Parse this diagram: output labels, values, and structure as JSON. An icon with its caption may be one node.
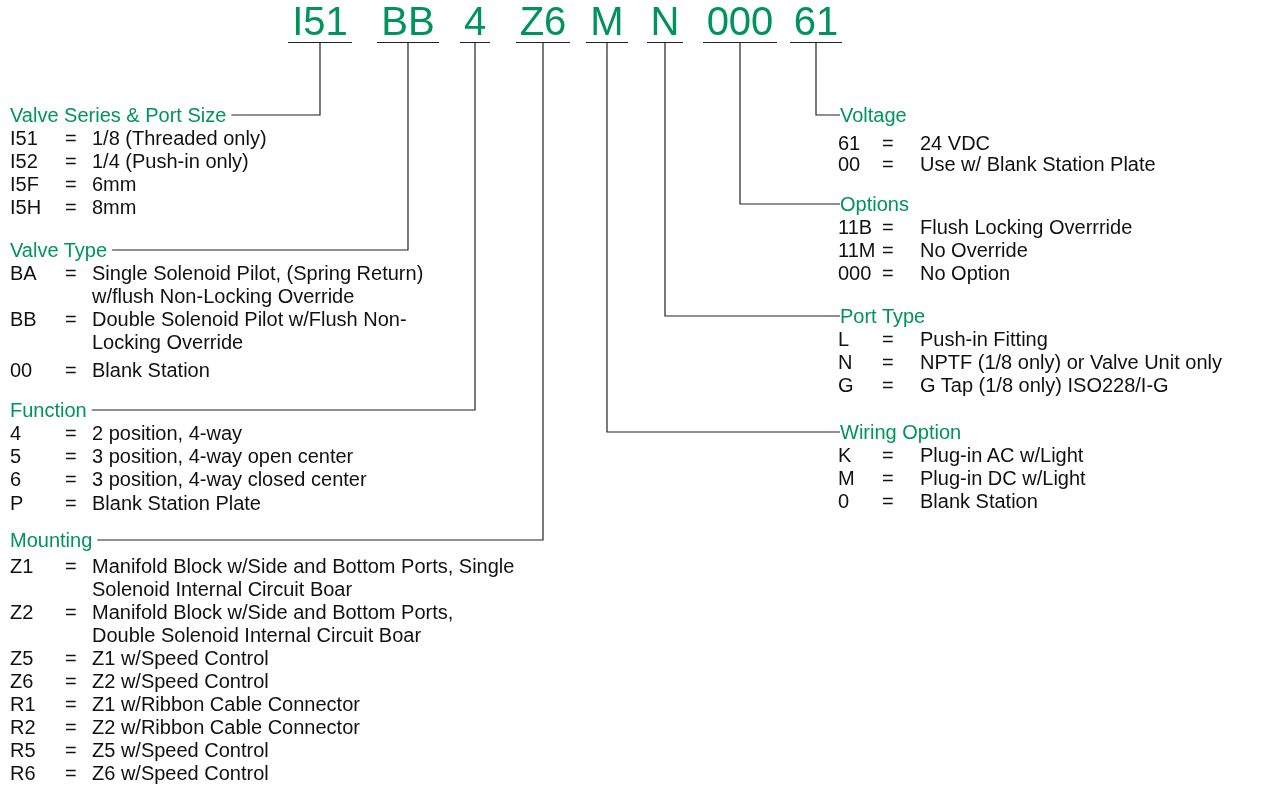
{
  "diagram": {
    "nodes": [
      {
        "text": [
          "I51"
        ]
      },
      {
        "text": [
          "BB"
        ]
      },
      {
        "text": [
          "4"
        ]
      },
      {
        "text": [
          "Z6"
        ]
      },
      {
        "text": [
          "M"
        ]
      },
      {
        "text": [
          "N"
        ]
      },
      {
        "text": [
          "000"
        ]
      },
      {
        "text": [
          "61"
        ]
      },
      {
        "text": [
          "Valve Series & Port Size"
        ]
      },
      {
        "text": [
          "Valve Type"
        ]
      },
      {
        "text": [
          "Function"
        ]
      },
      {
        "text": [
          "Mounting"
        ]
      },
      {
        "text": [
          "Voltage"
        ]
      },
      {
        "text": [
          "Options"
        ]
      },
      {
        "text": [
          "Port Type"
        ]
      },
      {
        "text": [
          "Wiring Option"
        ]
      }
    ],
    "edges": [
      {
        "from": 0,
        "to": 8,
        "arrow": "none"
      },
      {
        "from": 1,
        "to": 9,
        "arrow": "none"
      },
      {
        "from": 2,
        "to": 10,
        "arrow": "none"
      },
      {
        "from": 3,
        "to": 11,
        "arrow": "none"
      },
      {
        "from": 7,
        "to": 12,
        "arrow": "none"
      },
      {
        "from": 6,
        "to": 13,
        "arrow": "none"
      },
      {
        "from": 5,
        "to": 14,
        "arrow": "none"
      },
      {
        "from": 4,
        "to": 15,
        "arrow": "none"
      }
    ],
    "labels": [
      "I51",
      "=",
      "1/8 (Threaded only)",
      "I52",
      "=",
      "1/4 (Push-in only)",
      "I5F",
      "=",
      "6mm",
      "I5H",
      "=",
      "8mm",
      "BA",
      "=",
      "Single Solenoid Pilot, (Spring Return) w/flush Non-Locking Override",
      "BB",
      "=",
      "Double Solenoid Pilot w/Flush Non-Locking Override",
      "00",
      "=",
      "Blank Station",
      "4",
      "=",
      "2 position, 4-way",
      "5",
      "=",
      "3 position, 4-way open center",
      "6",
      "=",
      "3 position, 4-way closed center",
      "P",
      "=",
      "Blank Station Plate",
      "Z1",
      "=",
      "Manifold Block w/Side and Bottom Ports, Single Solenoid Internal Circuit Boar",
      "Z2",
      "=",
      "Manifold Block w/Side and Bottom Ports, Double Solenoid Internal Circuit Boar",
      "Z5",
      "=",
      "Z1 w/Speed Control",
      "Z6",
      "=",
      "Z2 w/Speed Control",
      "R1",
      "=",
      "Z1 w/Ribbon Cable Connector",
      "R2",
      "=",
      "Z2 w/Ribbon Cable Connector",
      "R5",
      "=",
      "Z5 w/Speed Control",
      "R6",
      "=",
      "Z6 w/Speed Control",
      "61",
      "=",
      "24 VDC",
      "00",
      "=",
      "Use w/ Blank Station Plate",
      "11B",
      "=",
      "Flush Locking Overrride",
      "11M",
      "=",
      "No Override",
      "000",
      "=",
      "No Option",
      "L",
      "=",
      "Push-in Fitting",
      "N",
      "=",
      "NPTF (1/8 only) or Valve Unit only",
      "G",
      "=",
      "G Tap (1/8 only) ISO228/I-G",
      "K",
      "=",
      "Plug-in AC w/Light",
      "M",
      "=",
      "Plug-in DC w/Light",
      "0",
      "=",
      "Blank Station"
    ]
  }
}
